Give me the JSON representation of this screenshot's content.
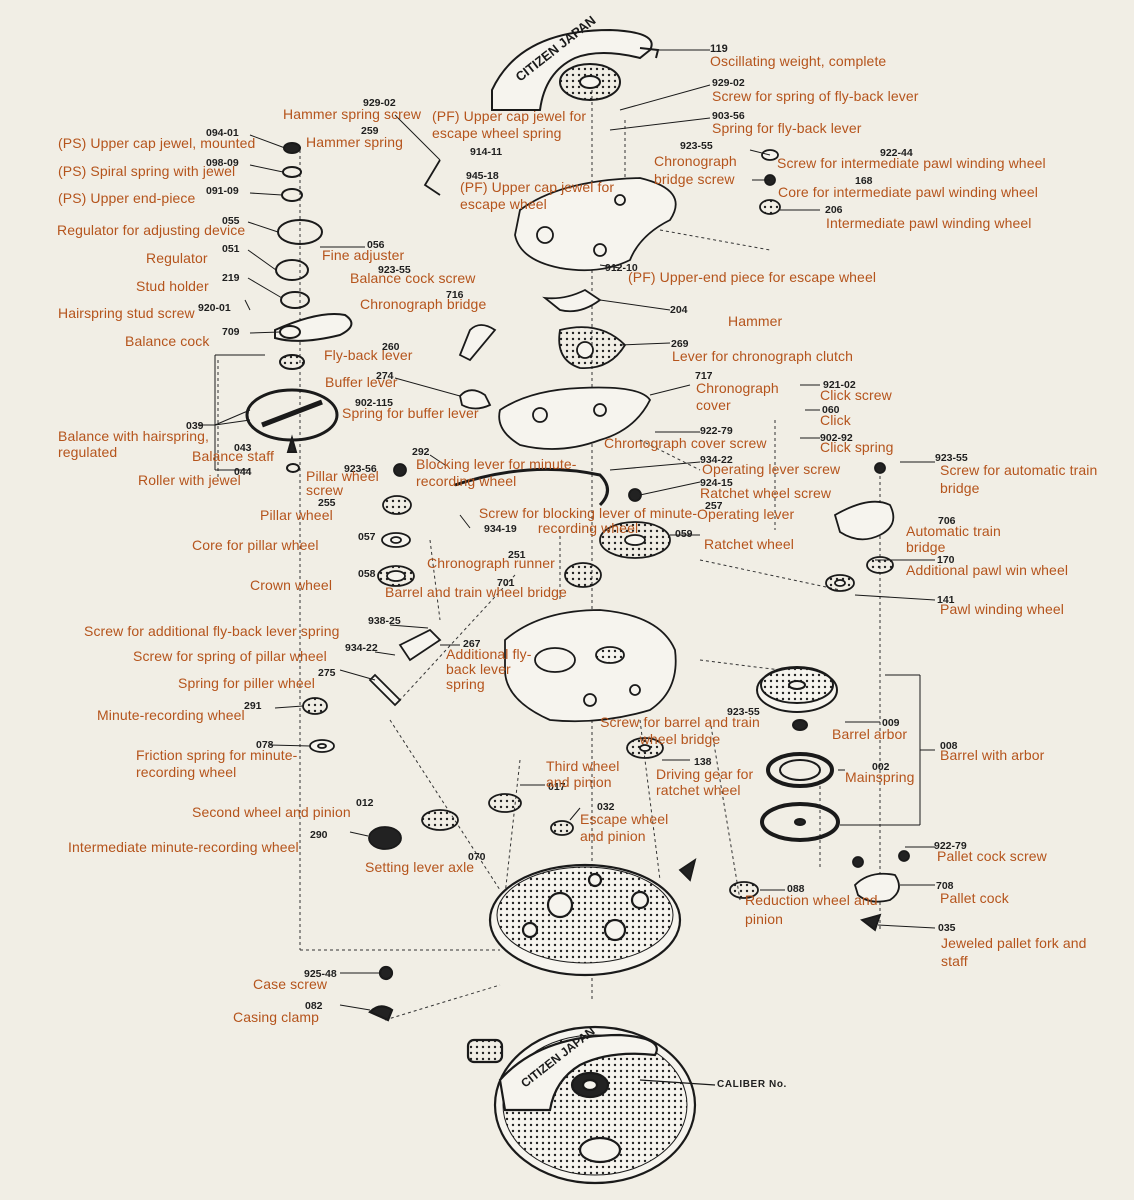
{
  "colors": {
    "label": "#b5541c",
    "ink": "#1f1f1f",
    "paper": "#f1eee5"
  },
  "engraving": "CITIZEN JAPAN",
  "caliber_label": "CALIBER No.",
  "parts": [
    {
      "id": "p119",
      "num": "119",
      "label": "Oscillating weight, complete"
    },
    {
      "id": "p929_02a",
      "num": "929-02",
      "label": "Screw for spring of fly-back lever"
    },
    {
      "id": "p903_56",
      "num": "903-56",
      "label": "Spring for fly-back lever"
    },
    {
      "id": "p929_02b",
      "num": "929-02",
      "label": "Hammer spring screw"
    },
    {
      "id": "p259",
      "num": "259",
      "label": "Hammer spring"
    },
    {
      "id": "ppf_cap",
      "num": "",
      "label": "(PF) Upper cap jewel for escape wheel spring"
    },
    {
      "id": "p914_11",
      "num": "914-11",
      "label": ""
    },
    {
      "id": "p945_18",
      "num": "945-18",
      "label": ""
    },
    {
      "id": "ppf_cap2",
      "num": "",
      "label": "(PF) Upper cap jewel for escape wheel"
    },
    {
      "id": "p923_55a",
      "num": "923-55",
      "label": "Chronograph bridge screw"
    },
    {
      "id": "p922_44",
      "num": "922-44",
      "label": "Screw for intermediate pawl winding wheel"
    },
    {
      "id": "p168",
      "num": "168",
      "label": "Core for intermediate pawl winding wheel"
    },
    {
      "id": "p206",
      "num": "206",
      "label": "Intermediate pawl winding wheel"
    },
    {
      "id": "p094_01",
      "num": "094-01",
      "label": "(PS) Upper cap jewel, mounted"
    },
    {
      "id": "p098_09",
      "num": "098-09",
      "label": "(PS) Spiral spring with jewel"
    },
    {
      "id": "p091_09",
      "num": "091-09",
      "label": "(PS) Upper end-piece"
    },
    {
      "id": "p055",
      "num": "055",
      "label": "Regulator for adjusting device"
    },
    {
      "id": "p051",
      "num": "051",
      "label": "Regulator"
    },
    {
      "id": "p056",
      "num": "056",
      "label": "Fine adjuster"
    },
    {
      "id": "p912_10",
      "num": "912-10",
      "label": "(PF) Upper-end piece for escape wheel"
    },
    {
      "id": "p219",
      "num": "219",
      "label": "Stud holder"
    },
    {
      "id": "p923_55b",
      "num": "923-55",
      "label": "Balance cock screw"
    },
    {
      "id": "p920_01",
      "num": "920-01",
      "label": "Hairspring stud screw"
    },
    {
      "id": "p716",
      "num": "716",
      "label": "Chronograph bridge"
    },
    {
      "id": "p204",
      "num": "204",
      "label": "Hammer"
    },
    {
      "id": "p709",
      "num": "709",
      "label": "Balance cock"
    },
    {
      "id": "p260",
      "num": "260",
      "label": "Fly-back lever"
    },
    {
      "id": "p269",
      "num": "269",
      "label": "Lever for chronograph clutch"
    },
    {
      "id": "p274",
      "num": "274",
      "label": "Buffer lever"
    },
    {
      "id": "p717",
      "num": "717",
      "label": "Chronograph cover"
    },
    {
      "id": "p921_02",
      "num": "921-02",
      "label": "Click screw"
    },
    {
      "id": "p060",
      "num": "060",
      "label": "Click"
    },
    {
      "id": "p902_115",
      "num": "902-115",
      "label": "Spring for buffer lever"
    },
    {
      "id": "p039",
      "num": "039",
      "label": "Balance with hairspring, regulated"
    },
    {
      "id": "p922_79a",
      "num": "922-79",
      "label": "Chronograph cover screw"
    },
    {
      "id": "p902_92",
      "num": "902-92",
      "label": "Click spring"
    },
    {
      "id": "p043",
      "num": "043",
      "label": "Balance staff"
    },
    {
      "id": "p292",
      "num": "292",
      "label": "Blocking lever for minute-recording wheel"
    },
    {
      "id": "p923_55c",
      "num": "923-55",
      "label": "Screw for automatic train bridge"
    },
    {
      "id": "p044",
      "num": "044",
      "label": "Roller with jewel"
    },
    {
      "id": "p923_56",
      "num": "923-56",
      "label": "Pillar wheel screw"
    },
    {
      "id": "p934_22a",
      "num": "934-22",
      "label": "Operating lever screw"
    },
    {
      "id": "p924_15",
      "num": "924-15",
      "label": "Ratchet wheel screw"
    },
    {
      "id": "p255",
      "num": "255",
      "label": "Pillar wheel"
    },
    {
      "id": "p934_19",
      "num": "934-19",
      "label": "Screw for blocking lever of minute-recording wheel"
    },
    {
      "id": "p257",
      "num": "257",
      "label": "Operating lever"
    },
    {
      "id": "p706",
      "num": "706",
      "label": "Automatic train bridge"
    },
    {
      "id": "p057",
      "num": "057",
      "label": "Core for pillar wheel"
    },
    {
      "id": "p059",
      "num": "059",
      "label": "Ratchet wheel"
    },
    {
      "id": "p251",
      "num": "251",
      "label": "Chronograph runner"
    },
    {
      "id": "p170",
      "num": "170",
      "label": "Additional pawl win wheel"
    },
    {
      "id": "p058",
      "num": "058",
      "label": "Crown wheel"
    },
    {
      "id": "p701",
      "num": "701",
      "label": "Barrel and train wheel bridge"
    },
    {
      "id": "p141",
      "num": "141",
      "label": "Pawl winding wheel"
    },
    {
      "id": "p938_25",
      "num": "938-25",
      "label": "Screw for additional fly-back lever spring"
    },
    {
      "id": "p267",
      "num": "267",
      "label": "Additional fly-back lever spring"
    },
    {
      "id": "p934_22b",
      "num": "934-22",
      "label": "Screw for spring of pillar wheel"
    },
    {
      "id": "p275",
      "num": "275",
      "label": "Spring for piller wheel"
    },
    {
      "id": "p291",
      "num": "291",
      "label": "Minute-recording wheel"
    },
    {
      "id": "p923_55d",
      "num": "923-55",
      "label": "Screw for barrel and train wheel bridge"
    },
    {
      "id": "p009",
      "num": "009",
      "label": "Barrel arbor"
    },
    {
      "id": "p078",
      "num": "078",
      "label": "Friction spring for minute-recording wheel"
    },
    {
      "id": "p008",
      "num": "008",
      "label": "Barrel with arbor"
    },
    {
      "id": "p017",
      "num": "017",
      "label": "Third wheel and pinion"
    },
    {
      "id": "p138",
      "num": "138",
      "label": "Driving gear for ratchet wheel"
    },
    {
      "id": "p002",
      "num": "002",
      "label": "Mainspring"
    },
    {
      "id": "p012",
      "num": "012",
      "label": "Second wheel and pinion"
    },
    {
      "id": "p032",
      "num": "032",
      "label": "Escape wheel and pinion"
    },
    {
      "id": "p290",
      "num": "290",
      "label": "Intermediate minute-recording wheel"
    },
    {
      "id": "p922_79b",
      "num": "922-79",
      "label": "Pallet cock screw"
    },
    {
      "id": "p070",
      "num": "070",
      "label": "Setting lever axle"
    },
    {
      "id": "p708",
      "num": "708",
      "label": "Pallet cock"
    },
    {
      "id": "p088",
      "num": "088",
      "label": "Reduction wheel and pinion"
    },
    {
      "id": "p035",
      "num": "035",
      "label": "Jeweled pallet fork and staff"
    },
    {
      "id": "p925_48",
      "num": "925-48",
      "label": "Case screw"
    },
    {
      "id": "p082",
      "num": "082",
      "label": "Casing clamp"
    }
  ]
}
